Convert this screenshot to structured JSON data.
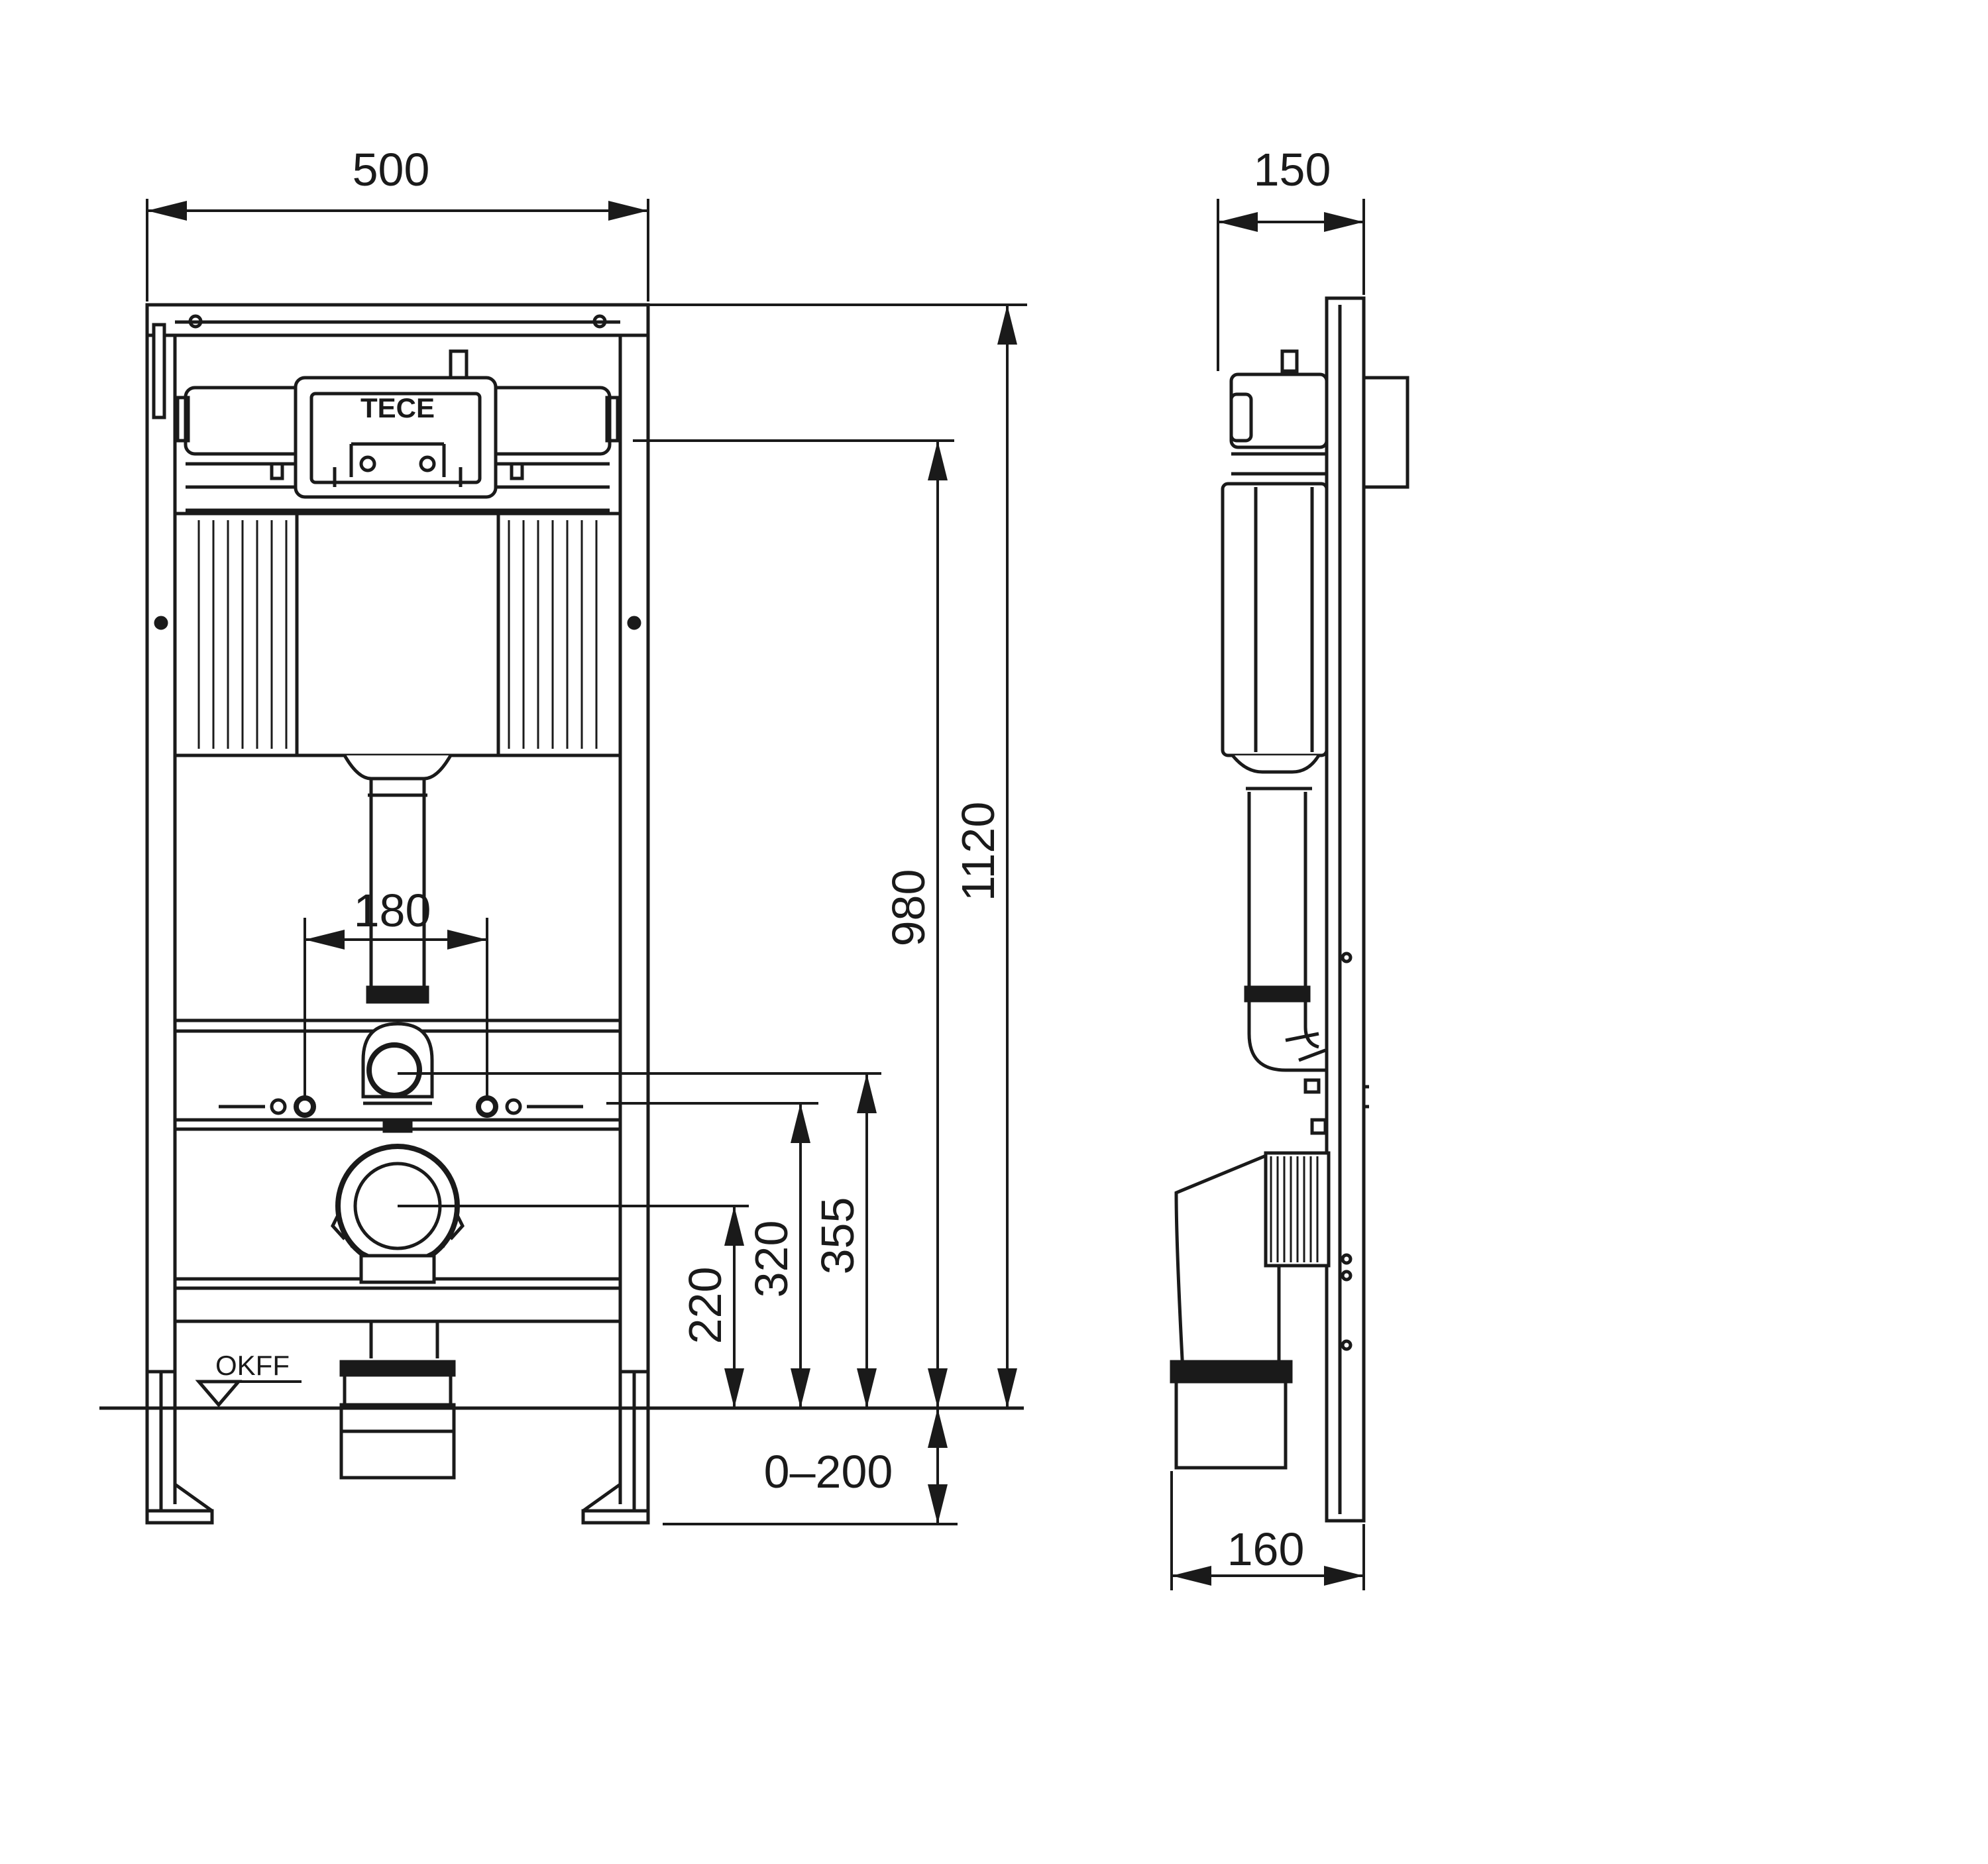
{
  "drawing": {
    "logo_text": "TECE",
    "floor_label": "OKFF",
    "colors": {
      "line": "#1a1a1a",
      "background": "#ffffff",
      "light_fill": "#f2f2f2"
    }
  },
  "front_view": {
    "width": "500",
    "height_total": "1120",
    "height_cistern": "980",
    "fixing_spacing": "180",
    "height_fixings": "355",
    "height_inlet": "320",
    "height_outlet": "220",
    "feet_adjustment": "0–200"
  },
  "side_view": {
    "depth_top": "150",
    "depth_bottom": "160"
  }
}
